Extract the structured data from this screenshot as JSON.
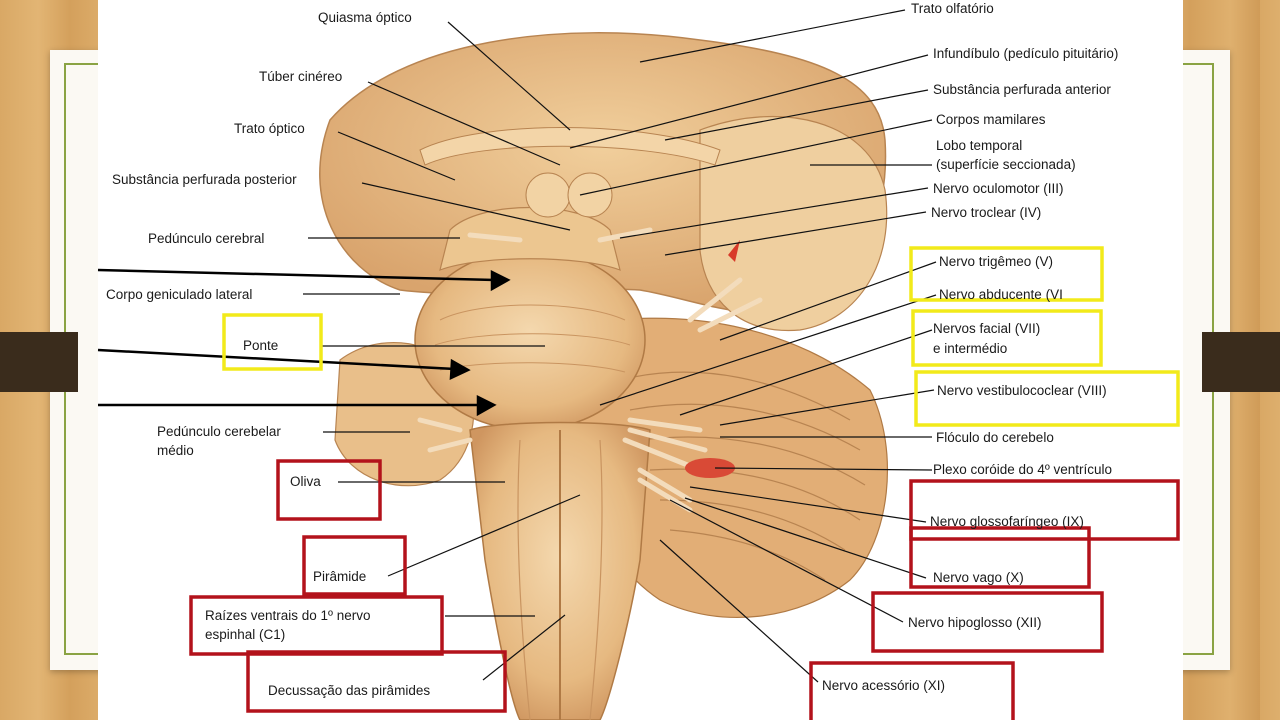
{
  "labels": {
    "quiasma": "Quiasma óptico",
    "tuber": "Túber cinéreo",
    "trato_optico": "Trato óptico",
    "subst_posterior": "Substância perfurada posterior",
    "pedunculo_cerebral": "Pedúnculo cerebral",
    "corpo_geniculado": "Corpo geniculado lateral",
    "ponte": "Ponte",
    "ped_cerebelar_1": "Pedúnculo cerebelar",
    "ped_cerebelar_2": "médio",
    "oliva": "Oliva",
    "piramide": "Pirâmide",
    "raizes_1": "Raízes ventrais do 1º nervo",
    "raizes_2": "espinhal (C1)",
    "decussacao": "Decussação das pirâmides",
    "trato_olfatorio": "Trato olfatório",
    "infundibulo": "Infundíbulo (pedículo pituitário)",
    "subst_anterior": "Substância perfurada anterior",
    "corpos_mamilares": "Corpos mamilares",
    "lobo_1": "Lobo temporal",
    "lobo_2": "(superfície seccionada)",
    "oculomotor": "Nervo oculomotor (III)",
    "troclear": "Nervo troclear (IV)",
    "trigemeo": "Nervo trigêmeo (V)",
    "abducente": "Nervo abducente (VI",
    "facial_1": "Nervos facial (VII)",
    "facial_2": "e intermédio",
    "vestibulococlear": "Nervo vestibulococlear (VIII)",
    "floculo": "Flóculo do cerebelo",
    "plexo": "Plexo coróide do 4º ventrículo",
    "glossofaringeo": "Nervo glossofaríngeo (IX)",
    "vago": "Nervo vago (X)",
    "hipoglosso": "Nervo hipoglosso (XII)",
    "acessorio": "Nervo acessório (XI)"
  },
  "colors": {
    "highlight_yellow": "#f2ea1a",
    "highlight_red": "#b3121b",
    "tissue": "#e8c08a",
    "accent_green": "#8aa343"
  }
}
